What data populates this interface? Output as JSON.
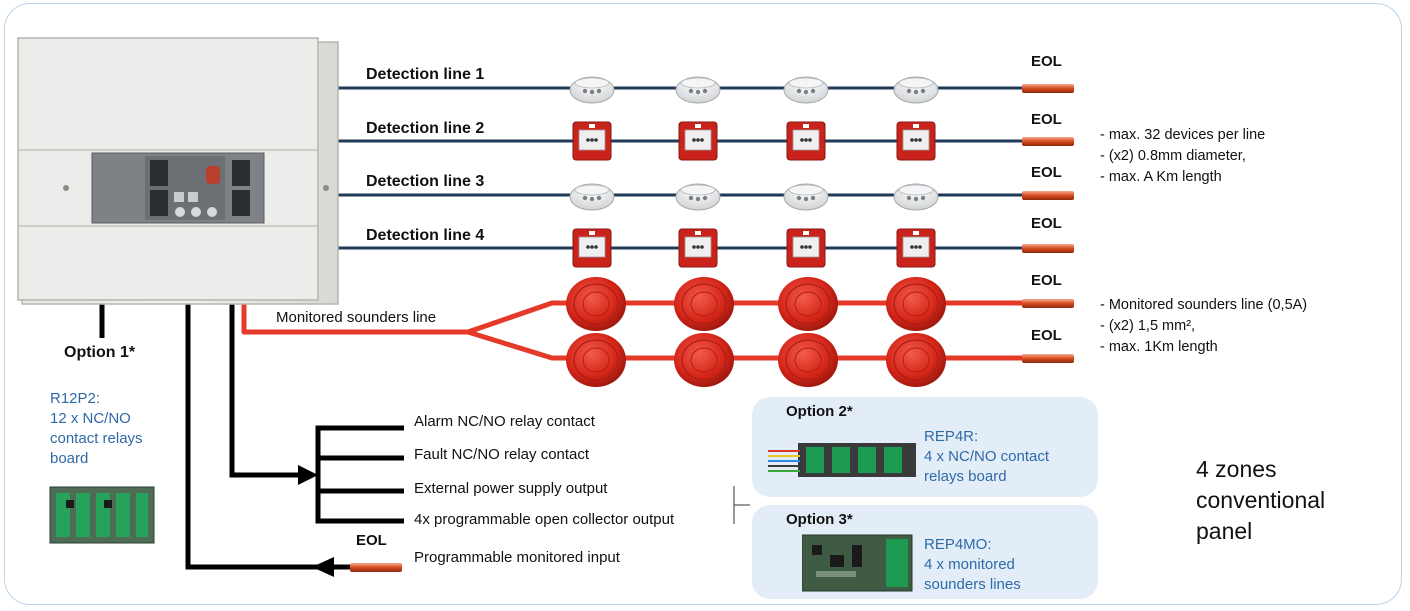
{
  "detection_lines": [
    {
      "label": "Detection line 1",
      "eol": "EOL",
      "device": "smoke-detector"
    },
    {
      "label": "Detection line 2",
      "eol": "EOL",
      "device": "manual-call-point"
    },
    {
      "label": "Detection line 3",
      "eol": "EOL",
      "device": "smoke-detector"
    },
    {
      "label": "Detection line 4",
      "eol": "EOL",
      "device": "manual-call-point"
    }
  ],
  "detection_specs": [
    "- max. 32 devices per line",
    "- (x2) 0.8mm diameter,",
    "- max. A Km length"
  ],
  "sounders": {
    "label": "Monitored sounders line",
    "eol_top": "EOL",
    "eol_bottom": "EOL"
  },
  "sounder_specs": [
    "- Monitored sounders line (0,5A)",
    "- (x2) 1,5 mm²,",
    "- max. 1Km length"
  ],
  "option1": {
    "title": "Option 1*",
    "desc": [
      "R12P2:",
      "12 x NC/NO",
      "contact relays",
      "board"
    ]
  },
  "outputs": [
    "Alarm NC/NO relay contact",
    "Fault NC/NO relay contact",
    "External power supply output",
    "4x programmable open collector output"
  ],
  "input": {
    "label": "Programmable monitored input",
    "eol": "EOL"
  },
  "option2": {
    "title": "Option 2*",
    "desc": [
      "REP4R:",
      "4 x NC/NO contact",
      "relays board"
    ]
  },
  "option3": {
    "title": "Option 3*",
    "desc": [
      "REP4MO:",
      "4 x monitored",
      "sounders lines"
    ]
  },
  "summary": [
    "4 zones",
    "conventional",
    "panel"
  ],
  "colors": {
    "detection_wire": "#1f3a57",
    "sounder_wire": "#e53a2a",
    "eol_resistor": "#d64a1c",
    "accent_text": "#2f6aa8"
  }
}
